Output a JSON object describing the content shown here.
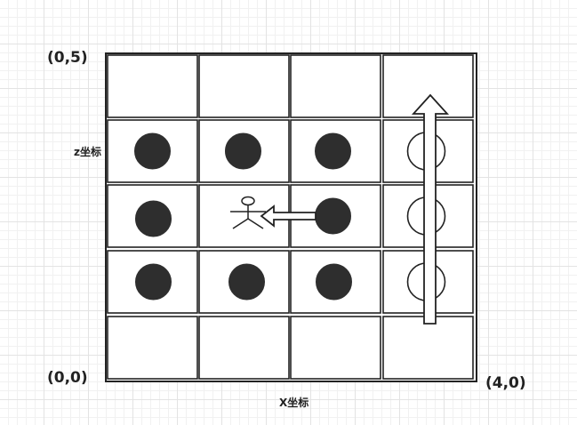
{
  "labels": {
    "top_left": "(0,5)",
    "bottom_left": "(0,0)",
    "bottom_right": "(4,0)",
    "z_axis": "z坐标",
    "x_axis": "X坐标"
  },
  "grid": {
    "cols": 4,
    "rows": 5
  },
  "cells": [
    {
      "col": 0,
      "row": 1,
      "fill": "filled"
    },
    {
      "col": 1,
      "row": 1,
      "fill": "filled"
    },
    {
      "col": 2,
      "row": 1,
      "fill": "filled"
    },
    {
      "col": 3,
      "row": 1,
      "fill": "open"
    },
    {
      "col": 0,
      "row": 2,
      "fill": "filled"
    },
    {
      "col": 1,
      "row": 2,
      "fill": "player"
    },
    {
      "col": 2,
      "row": 2,
      "fill": "filled"
    },
    {
      "col": 3,
      "row": 2,
      "fill": "open"
    },
    {
      "col": 0,
      "row": 3,
      "fill": "filled"
    },
    {
      "col": 1,
      "row": 3,
      "fill": "filled"
    },
    {
      "col": 2,
      "row": 3,
      "fill": "filled"
    },
    {
      "col": 3,
      "row": 3,
      "fill": "open"
    }
  ],
  "arrows": [
    {
      "name": "upward-path-arrow",
      "direction": "up",
      "col": 3,
      "rows_spanned": "3 to 0"
    },
    {
      "name": "leftward-arrow",
      "direction": "left",
      "row": 2,
      "from_col": 2,
      "to_col": 1
    }
  ],
  "colors": {
    "line": "#222222",
    "dot": "#2e2e2e",
    "paper": "#ffffff"
  }
}
